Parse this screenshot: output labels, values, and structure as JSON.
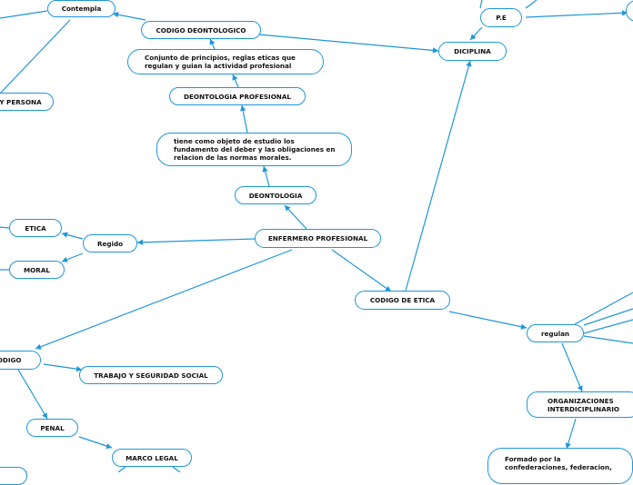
{
  "nodes": {
    "contempla": "Contempla",
    "codigo_deontologico": "CODIGO DEONTOLOGICO",
    "conjunto": "Conjunto de principios, reglas eticas que\nregulan y guian la actividad profesional",
    "deontologia_profesional": "DEONTOLOGIA PROFESIONAL",
    "tiene_objeto": "tiene como objeto de estudio los\nfundamento del deber y las obligaciones en\nrelacion de las normas morales.",
    "deontologia": "DEONTOLOGIA",
    "enfermero_profesional": "ENFERMERO PROFESIONAL",
    "regido": "Regido",
    "etica": "ETICA",
    "moral": "MORAL",
    "persona": "Y PERSONA",
    "pe": "P.E",
    "diciplina": "DICIPLINA",
    "codigo_etica": "CODIGO DE ETICA",
    "regulan": "regulan",
    "organizaciones": "ORGANIZACIONES\nINTERDICIPLINARIO",
    "formado": "Formado por la\nconfederaciones, federacion,",
    "codigo": "CODIGO",
    "trabajo": "TRABAJO Y SEGURIDAD SOCIAL",
    "penal": "PENAL",
    "marco_legal": "MARCO LEGAL"
  },
  "colors": {
    "line": "#1e96d8",
    "node_border": "#1e96d8",
    "text": "#111111"
  }
}
